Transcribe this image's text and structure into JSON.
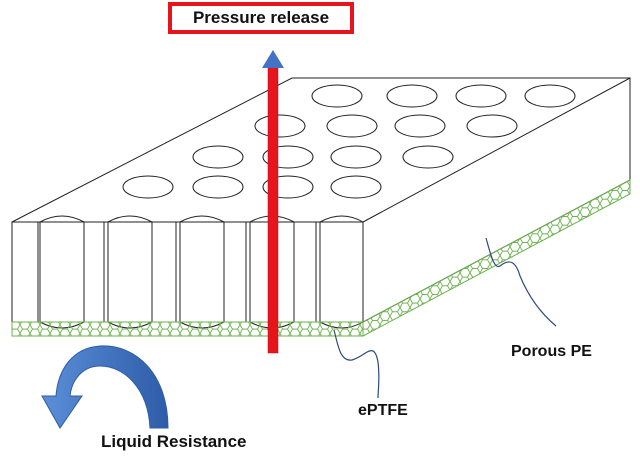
{
  "labels": {
    "pressure_release": "Pressure release",
    "porous_pe": "Porous PE",
    "eptfe": "ePTFE",
    "liquid_resistance": "Liquid Resistance"
  },
  "colors": {
    "pressure_arrow": "#e8141c",
    "membrane_mesh": "#6ab04c",
    "resistance_arrow": "#4472c4",
    "leader_line": "#2f4a7a",
    "outline": "#222222"
  }
}
